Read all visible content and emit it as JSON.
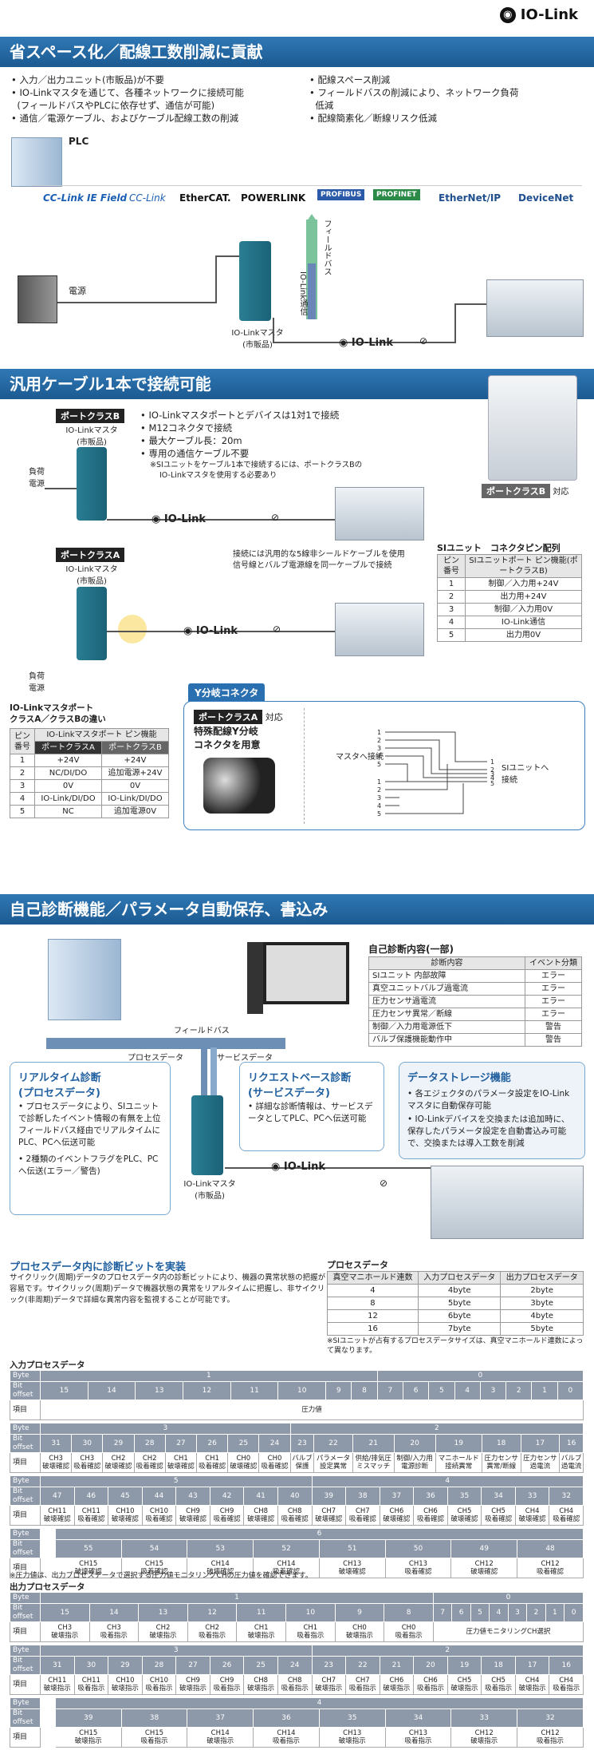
{
  "logo": {
    "text": "IO-Link"
  },
  "sec1": {
    "title": "省スペース化／配線工数削減に貢献",
    "left_bullets": [
      "入力／出力ユニット(市販品)が不要",
      "IO-Linkマスタを通じて、各種ネットワークに接続可能",
      "(フィールドバスやPLCに依存せず、通信が可能)",
      "通信／電源ケーブル、およびケーブル配線工数の削減"
    ],
    "right_bullets": [
      "配線スペース削減",
      "フィールドバスの削減により、ネットワーク負荷",
      "低減",
      "配線簡素化／断線リスク低減"
    ],
    "plc": "PLC",
    "networks": [
      "CC-Link IE Field",
      "CC-Link",
      "EtherCAT.",
      "POWERLINK",
      "PROFIBUS",
      "PROFINET",
      "EtherNet/IP",
      "DeviceNet"
    ],
    "power": "電源",
    "fieldbus": "フィールドバス",
    "iolink_comm": "IO-Link通信",
    "master": "IO-Linkマスタ",
    "master_sub": "(市販品)",
    "iolink": "IO-Link"
  },
  "sec2": {
    "title": "汎用ケーブル1本で接続可能",
    "classB": "ポートクラスB",
    "classA": "ポートクラスA",
    "master": "IO-Linkマスタ",
    "master_sub": "(市販品)",
    "load": "負荷",
    "power": "電源",
    "bullets": [
      "IO-Linkマスタポートとデバイスは1対1で接続",
      "M12コネクタで接続",
      "最大ケーブル長：20m",
      "専用の通信ケーブル不要"
    ],
    "note": "※SIユニットをケーブル1本で接続するには、ポートクラスBの",
    "note2": "IO-Linkマスタを使用する必要あり",
    "note_a": "接続には汎用的な5線非シールドケーブルを使用",
    "note_a2": "信号線とバルブ電源線を同一ケーブルで接続",
    "iolink": "IO-Link",
    "classB_support": "対応",
    "pin_title": "SIユニット　コネクタピン配列",
    "pin_headers": [
      "ピン番号",
      "SIユニットポート ピン機能(ポートクラスB)"
    ],
    "pins": [
      [
        "1",
        "制御／入力用+24V"
      ],
      [
        "2",
        "出力用+24V"
      ],
      [
        "3",
        "制御／入力用0V"
      ],
      [
        "4",
        "IO-Link通信"
      ],
      [
        "5",
        "出力用0V"
      ]
    ],
    "ycon": "Y分岐コネクタ",
    "ycon_support": "対応",
    "ycon_desc1": "特殊配線Y分岐",
    "ycon_desc2": "コネクタを用意",
    "master_side": "マスタへ接続",
    "si_side": "SIユニットへ",
    "si_side2": "接続",
    "diff_title": "IO-Linkマスタポート",
    "diff_title2": "クラスA／クラスBの違い",
    "diff_headers": [
      "ピン番号",
      "IO-Linkマスタポート ピン機能",
      "ポートクラスA",
      "ポートクラスB"
    ],
    "diff_rows": [
      [
        "1",
        "+24V",
        "+24V"
      ],
      [
        "2",
        "NC/DI/DO",
        "追加電源+24V"
      ],
      [
        "3",
        "0V",
        "0V"
      ],
      [
        "4",
        "IO-Link/DI/DO",
        "IO-Link/DI/DO"
      ],
      [
        "5",
        "NC",
        "追加電源0V"
      ]
    ],
    "wire_nums": [
      "1",
      "2",
      "3",
      "4",
      "5"
    ]
  },
  "sec3": {
    "title": "自己診断機能／パラメータ自動保存、書込み",
    "fieldbus": "フィールドバス",
    "process": "プロセスデータ",
    "service": "サービスデータ",
    "master": "IO-Linkマスタ",
    "master_sub": "(市販品)",
    "iolink": "IO-Link",
    "diag_title": "自己診断内容(一部)",
    "diag_headers": [
      "診断内容",
      "イベント分類"
    ],
    "diag_rows": [
      [
        "SIユニット 内部故障",
        "エラー"
      ],
      [
        "真空ユニットバルブ過電流",
        "エラー"
      ],
      [
        "圧力センサ過電流",
        "エラー"
      ],
      [
        "圧力センサ異常／断線",
        "エラー"
      ],
      [
        "制御／入力用電源低下",
        "警告"
      ],
      [
        "バルブ保護機能動作中",
        "警告"
      ]
    ],
    "rt_title": "リアルタイム診断",
    "rt_sub": "(プロセスデータ)",
    "rt_b1": "プロセスデータにより、SIユニットで診断したイベント情報の有無を上位フィールドバス経由でリアルタイムにPLC、PCへ伝送可能",
    "rt_b2": "2種類のイベントフラグをPLC、PCへ伝送(エラー／警告)",
    "rq_title": "リクエストベース診断",
    "rq_sub": "(サービスデータ)",
    "rq_b1": "詳細な診断情報は、サービスデータとしてPLC、PCへ伝送可能",
    "ds_title": "データストレージ機能",
    "ds_b1": "各エジェクタのパラメータ設定をIO-Linkマスタに自動保存可能",
    "ds_b2": "IO-Linkデバイスを交換または追加時に、保存したパラメータ設定を自動書込み可能で、交換または導入工数を削減"
  },
  "sec4": {
    "title": "プロセスデータ内に診断ビットを実装",
    "desc": "サイクリック(周期)データのプロセスデータ内の診断ビットにより、機器の異常状態の把握が容易です。サイクリック(周期)データで機器状態の異常をリアルタイムに把握し、非サイクリック(非周期)データで詳細な異常内容を監視することが可能です。",
    "pd_title": "プロセスデータ",
    "pd_headers": [
      "真空マニホールド連数",
      "入力プロセスデータ",
      "出力プロセスデータ"
    ],
    "pd_rows": [
      [
        "4",
        "4byte",
        "2byte"
      ],
      [
        "8",
        "5byte",
        "3byte"
      ],
      [
        "12",
        "6byte",
        "4byte"
      ],
      [
        "16",
        "7byte",
        "5byte"
      ]
    ],
    "pd_note": "※SIユニットが占有するプロセスデータサイズは、真空マニホールド連数によって異なります。",
    "in_title": "入力プロセスデータ",
    "out_title": "出力プロセスデータ",
    "byte": "Byte",
    "bit_offset": "Bit offset",
    "item": "項目",
    "pressure": "圧力値",
    "pressure_ch": "圧力値モニタリングCH選択",
    "foot_note": "※圧力値は、出力プロセスデータで選択する圧力値モニタリングCHの圧力値を確認できます。",
    "in_b3": [
      [
        "CH3",
        "破壊確認"
      ],
      [
        "CH3",
        "吸着確認"
      ],
      [
        "CH2",
        "破壊確認"
      ],
      [
        "CH2",
        "吸着確認"
      ],
      [
        "CH1",
        "破壊確認"
      ],
      [
        "CH1",
        "吸着確認"
      ],
      [
        "CH0",
        "破壊確認"
      ],
      [
        "CH0",
        "吸着確認"
      ]
    ],
    "in_b2": [
      [
        "バルブ",
        "保護"
      ],
      [
        "パラメータ",
        "設定異常"
      ],
      [
        "供給/排気圧",
        "ミスマッチ"
      ],
      [
        "制御/入力用",
        "電源診断"
      ],
      [
        "マニホールド",
        "接続異常"
      ],
      [
        "圧力センサ",
        "異常/断線"
      ],
      [
        "圧力センサ",
        "過電流"
      ],
      [
        "バルブ",
        "過電流"
      ]
    ],
    "in_b5": [
      [
        "CH11",
        "破壊確認"
      ],
      [
        "CH11",
        "吸着確認"
      ],
      [
        "CH10",
        "破壊確認"
      ],
      [
        "CH10",
        "吸着確認"
      ],
      [
        "CH9",
        "破壊確認"
      ],
      [
        "CH9",
        "吸着確認"
      ],
      [
        "CH8",
        "破壊確認"
      ],
      [
        "CH8",
        "吸着確認"
      ]
    ],
    "in_b4": [
      [
        "CH7",
        "破壊確認"
      ],
      [
        "CH7",
        "吸着確認"
      ],
      [
        "CH6",
        "破壊確認"
      ],
      [
        "CH6",
        "吸着確認"
      ],
      [
        "CH5",
        "破壊確認"
      ],
      [
        "CH5",
        "吸着確認"
      ],
      [
        "CH4",
        "破壊確認"
      ],
      [
        "CH4",
        "吸着確認"
      ]
    ],
    "in_b6": [
      [
        "CH15",
        "破壊確認"
      ],
      [
        "CH15",
        "吸着確認"
      ],
      [
        "CH14",
        "破壊確認"
      ],
      [
        "CH14",
        "吸着確認"
      ],
      [
        "CH13",
        "破壊確認"
      ],
      [
        "CH13",
        "吸着確認"
      ],
      [
        "CH12",
        "破壊確認"
      ],
      [
        "CH12",
        "吸着確認"
      ]
    ],
    "out_b1": [
      [
        "CH3",
        "破壊指示"
      ],
      [
        "CH3",
        "吸着指示"
      ],
      [
        "CH2",
        "破壊指示"
      ],
      [
        "CH2",
        "吸着指示"
      ],
      [
        "CH1",
        "破壊指示"
      ],
      [
        "CH1",
        "吸着指示"
      ],
      [
        "CH0",
        "破壊指示"
      ],
      [
        "CH0",
        "吸着指示"
      ]
    ],
    "out_b3": [
      [
        "CH11",
        "破壊指示"
      ],
      [
        "CH11",
        "吸着指示"
      ],
      [
        "CH10",
        "破壊指示"
      ],
      [
        "CH10",
        "吸着指示"
      ],
      [
        "CH9",
        "破壊指示"
      ],
      [
        "CH9",
        "吸着指示"
      ],
      [
        "CH8",
        "破壊指示"
      ],
      [
        "CH8",
        "吸着指示"
      ]
    ],
    "out_b2": [
      [
        "CH7",
        "破壊指示"
      ],
      [
        "CH7",
        "吸着指示"
      ],
      [
        "CH6",
        "破壊指示"
      ],
      [
        "CH6",
        "吸着指示"
      ],
      [
        "CH5",
        "破壊指示"
      ],
      [
        "CH5",
        "吸着指示"
      ],
      [
        "CH4",
        "破壊指示"
      ],
      [
        "CH4",
        "吸着指示"
      ]
    ],
    "out_b4": [
      [
        "CH15",
        "破壊指示"
      ],
      [
        "CH15",
        "吸着指示"
      ],
      [
        "CH14",
        "破壊指示"
      ],
      [
        "CH14",
        "吸着指示"
      ],
      [
        "CH13",
        "破壊指示"
      ],
      [
        "CH13",
        "吸着指示"
      ],
      [
        "CH12",
        "破壊指示"
      ],
      [
        "CH12",
        "吸着指示"
      ]
    ],
    "bytes_in": {
      "r1": [
        "1",
        "0"
      ],
      "r2": [
        "3",
        "2"
      ],
      "r3": [
        "5",
        "4"
      ],
      "r4": [
        "",
        "6"
      ]
    },
    "bytes_out": {
      "r1": [
        "1",
        "0"
      ],
      "r2": [
        "3",
        "2"
      ],
      "r3": [
        "",
        "4"
      ]
    },
    "bits": {
      "a": [
        "15",
        "14",
        "13",
        "12",
        "11",
        "10",
        "9",
        "8"
      ],
      "b": [
        "7",
        "6",
        "5",
        "4",
        "3",
        "2",
        "1",
        "0"
      ],
      "c": [
        "31",
        "30",
        "29",
        "28",
        "27",
        "26",
        "25",
        "24"
      ],
      "d": [
        "23",
        "22",
        "21",
        "20",
        "19",
        "18",
        "17",
        "16"
      ],
      "e": [
        "47",
        "46",
        "45",
        "44",
        "43",
        "42",
        "41",
        "40"
      ],
      "f": [
        "39",
        "38",
        "37",
        "36",
        "35",
        "34",
        "33",
        "32"
      ],
      "g": [
        "55",
        "54",
        "53",
        "52",
        "51",
        "50",
        "49",
        "48"
      ]
    }
  }
}
